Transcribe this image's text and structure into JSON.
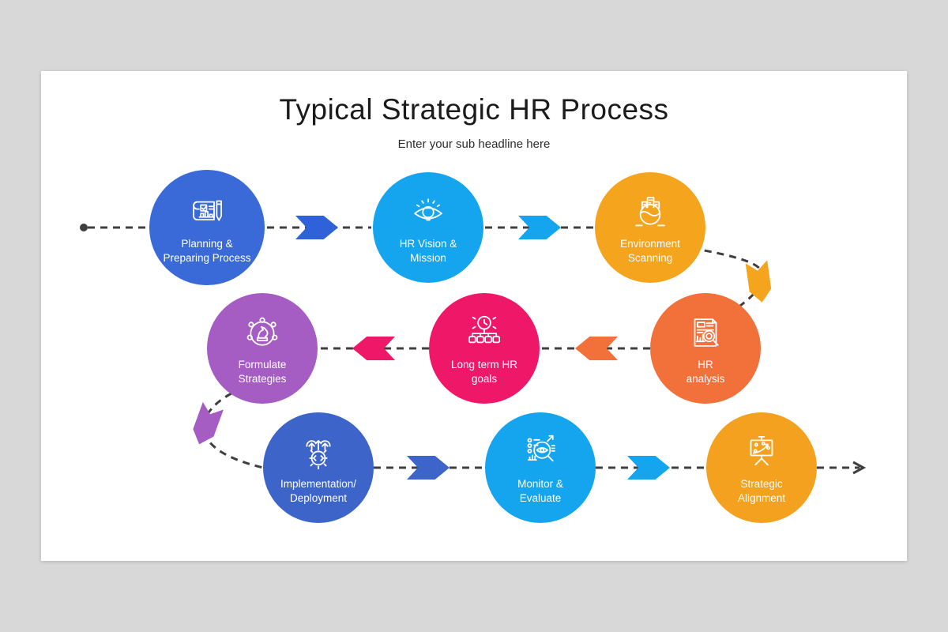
{
  "slide": {
    "title": "Typical Strategic HR Process",
    "subtitle": "Enter your sub headline here"
  },
  "steps": [
    {
      "id": 1,
      "label": "Planning &\nPreparing Process",
      "color": "#3a6ad7",
      "icon": "blueprint-pencil-icon"
    },
    {
      "id": 2,
      "label": "HR Vision &\nMission",
      "color": "#14a5ee",
      "icon": "vision-bulb-eye-icon"
    },
    {
      "id": 3,
      "label": "Environment\nScanning",
      "color": "#f4a41d",
      "icon": "globe-city-icon"
    },
    {
      "id": 4,
      "label": "Formulate\nStrategies",
      "color": "#a55cc3",
      "icon": "chess-knight-network-icon"
    },
    {
      "id": 5,
      "label": "Long term HR\ngoals",
      "color": "#ee1768",
      "icon": "target-hierarchy-icon"
    },
    {
      "id": 6,
      "label": "HR\nanalysis",
      "color": "#f2703a",
      "icon": "report-magnifier-icon"
    },
    {
      "id": 7,
      "label": "Implementation/\nDeployment",
      "color": "#3d65c9",
      "icon": "gear-code-deploy-icon"
    },
    {
      "id": 8,
      "label": "Monitor &\nEvaluate",
      "color": "#14a5ee",
      "icon": "magnifier-eye-icon"
    },
    {
      "id": 9,
      "label": "Strategic\nAlignment",
      "color": "#f3a11e",
      "icon": "presentation-board-icon"
    }
  ],
  "connectors": {
    "line_color": "#3f3f3f",
    "arrows": [
      {
        "name": "arrow-1-to-2",
        "direction": "right",
        "color": "#2f62d8"
      },
      {
        "name": "arrow-2-to-3",
        "direction": "right",
        "color": "#14a5ee"
      },
      {
        "name": "arrow-3-to-6",
        "direction": "down",
        "color": "#f4a41d"
      },
      {
        "name": "arrow-6-to-5",
        "direction": "left",
        "color": "#f2703a"
      },
      {
        "name": "arrow-5-to-4",
        "direction": "left",
        "color": "#ee1768"
      },
      {
        "name": "arrow-4-to-7",
        "direction": "down",
        "color": "#a55cc3"
      },
      {
        "name": "arrow-7-to-8",
        "direction": "right",
        "color": "#3d65c9"
      },
      {
        "name": "arrow-8-to-9",
        "direction": "right",
        "color": "#14a5ee"
      }
    ]
  }
}
